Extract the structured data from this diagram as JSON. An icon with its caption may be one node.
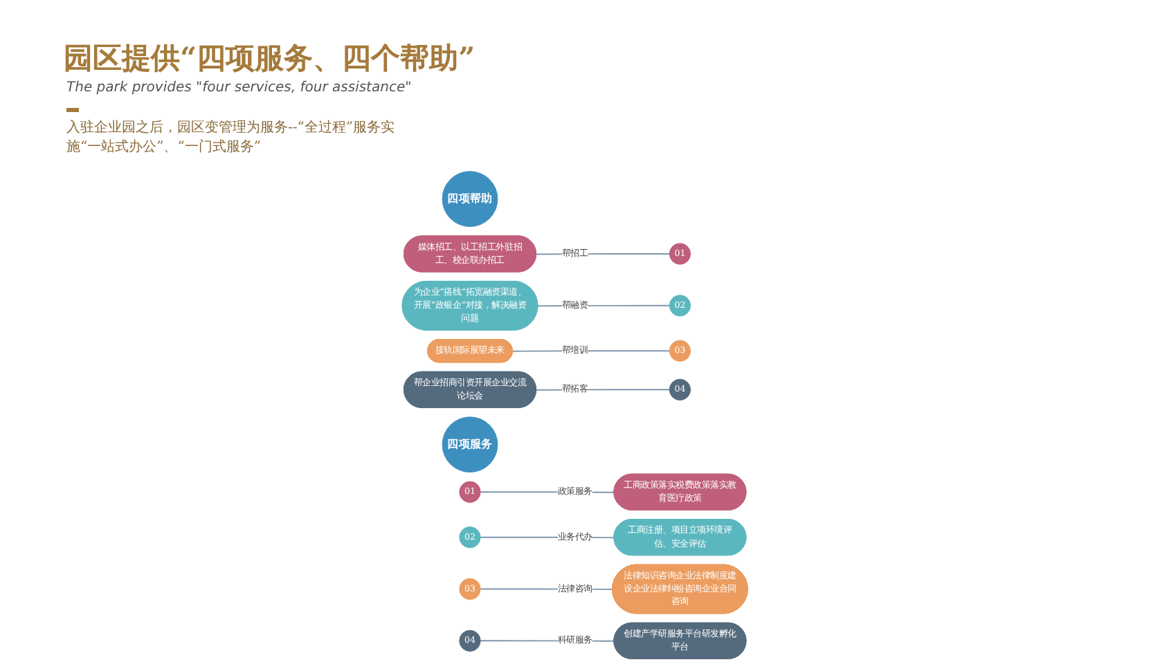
{
  "diagram": {
    "title": "园区提供“四项服务、四个帮助”",
    "nodes": [
      {
        "text": [
          "四项帮助"
        ]
      },
      {
        "text": [
          "01"
        ]
      },
      {
        "text": [
          "02"
        ]
      },
      {
        "text": [
          "03"
        ]
      },
      {
        "text": [
          "04"
        ]
      },
      {
        "text": [
          "媒体招工、以工招工外驻招工、校企联办招工"
        ]
      },
      {
        "text": [
          "为企业“搭线”拓宽融资渠道、开展“政银企”对接，解决融资问题"
        ]
      },
      {
        "text": [
          "接轨国际展望未来"
        ]
      },
      {
        "text": [
          "帮企业招商引资开展企业交流论坛会"
        ]
      },
      {
        "text": [
          "四项服务"
        ]
      },
      {
        "text": [
          "01"
        ]
      },
      {
        "text": [
          "02"
        ]
      },
      {
        "text": [
          "03"
        ]
      },
      {
        "text": [
          "04"
        ]
      },
      {
        "text": [
          "工商政策落实税费政策落实教育医疗政策"
        ]
      },
      {
        "text": [
          "工商注册、项目立项环境评估、安全评估"
        ]
      },
      {
        "text": [
          "法律知识咨询企业法律制度建设企业法律纠纷咨询企业合同咨询"
        ]
      },
      {
        "text": [
          "创建产学研服务平台研发孵化平台"
        ]
      }
    ],
    "edges": [
      {
        "from": 5,
        "to": 1,
        "arrow": "none",
        "label": "帮招工"
      },
      {
        "from": 6,
        "to": 2,
        "arrow": "none",
        "label": "帮融资"
      },
      {
        "from": 7,
        "to": 3,
        "arrow": "none",
        "label": "帮培训"
      },
      {
        "from": 8,
        "to": 4,
        "arrow": "none",
        "label": "帮拓客"
      },
      {
        "from": 10,
        "to": 14,
        "arrow": "none",
        "label": "政策服务"
      },
      {
        "from": 11,
        "to": 15,
        "arrow": "none",
        "label": "业务代办"
      },
      {
        "from": 12,
        "to": 16,
        "arrow": "none",
        "label": "法律咨询"
      },
      {
        "from": 13,
        "to": 17,
        "arrow": "none",
        "label": "科研服务"
      }
    ],
    "labels": [
      "The park provides \"four services, four assistance\"",
      "入驻企业园之后，园区变管理为服务--“全过程”服务实施“一站式办公”、“一门式服务”"
    ]
  }
}
